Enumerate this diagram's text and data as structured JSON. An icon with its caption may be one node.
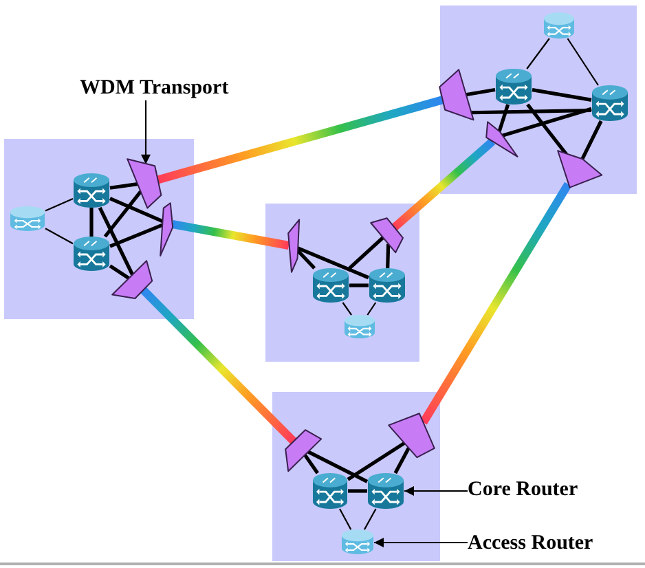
{
  "diagram": {
    "nodes": [
      {
        "text": [
          "WDM Transport"
        ]
      },
      {
        "text": [],
        "shape": "box"
      },
      {
        "text": [],
        "shape": "cylinder",
        "in": 1
      },
      {
        "text": [],
        "shape": "cylinder",
        "in": 1
      },
      {
        "text": [],
        "shape": "cylinder",
        "in": 1
      },
      {
        "text": [],
        "shape": "trapezoid",
        "in": 1
      },
      {
        "text": [],
        "shape": "trapezoid",
        "in": 1
      },
      {
        "text": [],
        "shape": "trapezoid",
        "in": 1
      },
      {
        "text": [],
        "shape": "box"
      },
      {
        "text": [],
        "shape": "cylinder",
        "in": 8
      },
      {
        "text": [],
        "shape": "cylinder",
        "in": 8
      },
      {
        "text": [],
        "shape": "cylinder",
        "in": 8
      },
      {
        "text": [],
        "shape": "trapezoid",
        "in": 8
      },
      {
        "text": [],
        "shape": "trapezoid",
        "in": 8
      },
      {
        "text": [],
        "shape": "trapezoid",
        "in": 8
      },
      {
        "text": [],
        "shape": "box"
      },
      {
        "text": [],
        "shape": "trapezoid",
        "in": 15
      },
      {
        "text": [],
        "shape": "trapezoid",
        "in": 15
      },
      {
        "text": [],
        "shape": "cylinder",
        "in": 15
      },
      {
        "text": [],
        "shape": "cylinder",
        "in": 15
      },
      {
        "text": [],
        "shape": "cylinder",
        "in": 15
      },
      {
        "text": [],
        "shape": "box"
      },
      {
        "text": [],
        "shape": "trapezoid",
        "in": 21
      },
      {
        "text": [],
        "shape": "trapezoid",
        "in": 21
      },
      {
        "text": [],
        "shape": "cylinder",
        "in": 21
      },
      {
        "text": [],
        "shape": "cylinder",
        "in": 21
      },
      {
        "text": [],
        "shape": "cylinder",
        "in": 21
      },
      {
        "text": [
          "Core Router"
        ]
      },
      {
        "text": [
          "Access Router"
        ]
      }
    ],
    "edges": [
      {
        "from": 0,
        "to": 5,
        "arrow": "to"
      },
      {
        "from": 27,
        "to": 25,
        "arrow": "to"
      },
      {
        "from": 28,
        "to": 26,
        "arrow": "to"
      },
      {
        "from": 12,
        "to": 5,
        "arrow": "none",
        "style": "thick"
      },
      {
        "from": 6,
        "to": 16,
        "arrow": "none",
        "style": "thick"
      },
      {
        "from": 7,
        "to": 22,
        "arrow": "none",
        "style": "thick"
      },
      {
        "from": 13,
        "to": 17,
        "arrow": "none",
        "style": "thick"
      },
      {
        "from": 14,
        "to": 23,
        "arrow": "none",
        "style": "thick"
      },
      {
        "from": 2,
        "to": 3,
        "arrow": "none"
      },
      {
        "from": 2,
        "to": 4,
        "arrow": "none"
      },
      {
        "from": 3,
        "to": 4,
        "arrow": "none"
      },
      {
        "from": 3,
        "to": 5,
        "arrow": "none"
      },
      {
        "from": 3,
        "to": 6,
        "arrow": "none"
      },
      {
        "from": 3,
        "to": 7,
        "arrow": "none"
      },
      {
        "from": 4,
        "to": 5,
        "arrow": "none"
      },
      {
        "from": 4,
        "to": 6,
        "arrow": "none"
      },
      {
        "from": 4,
        "to": 7,
        "arrow": "none"
      },
      {
        "from": 9,
        "to": 10,
        "arrow": "none"
      },
      {
        "from": 9,
        "to": 11,
        "arrow": "none"
      },
      {
        "from": 10,
        "to": 11,
        "arrow": "none"
      },
      {
        "from": 10,
        "to": 12,
        "arrow": "none"
      },
      {
        "from": 10,
        "to": 13,
        "arrow": "none"
      },
      {
        "from": 10,
        "to": 14,
        "arrow": "none"
      },
      {
        "from": 11,
        "to": 12,
        "arrow": "none"
      },
      {
        "from": 11,
        "to": 13,
        "arrow": "none"
      },
      {
        "from": 11,
        "to": 14,
        "arrow": "none"
      },
      {
        "from": 18,
        "to": 19,
        "arrow": "none"
      },
      {
        "from": 20,
        "to": 18,
        "arrow": "none"
      },
      {
        "from": 20,
        "to": 19,
        "arrow": "none"
      },
      {
        "from": 16,
        "to": 18,
        "arrow": "none"
      },
      {
        "from": 16,
        "to": 19,
        "arrow": "none"
      },
      {
        "from": 17,
        "to": 18,
        "arrow": "none"
      },
      {
        "from": 17,
        "to": 19,
        "arrow": "none"
      },
      {
        "from": 24,
        "to": 25,
        "arrow": "none"
      },
      {
        "from": 26,
        "to": 24,
        "arrow": "none"
      },
      {
        "from": 26,
        "to": 25,
        "arrow": "none"
      },
      {
        "from": 22,
        "to": 24,
        "arrow": "none"
      },
      {
        "from": 22,
        "to": 25,
        "arrow": "none"
      },
      {
        "from": 23,
        "to": 24,
        "arrow": "none"
      },
      {
        "from": 23,
        "to": 25,
        "arrow": "none"
      }
    ]
  }
}
